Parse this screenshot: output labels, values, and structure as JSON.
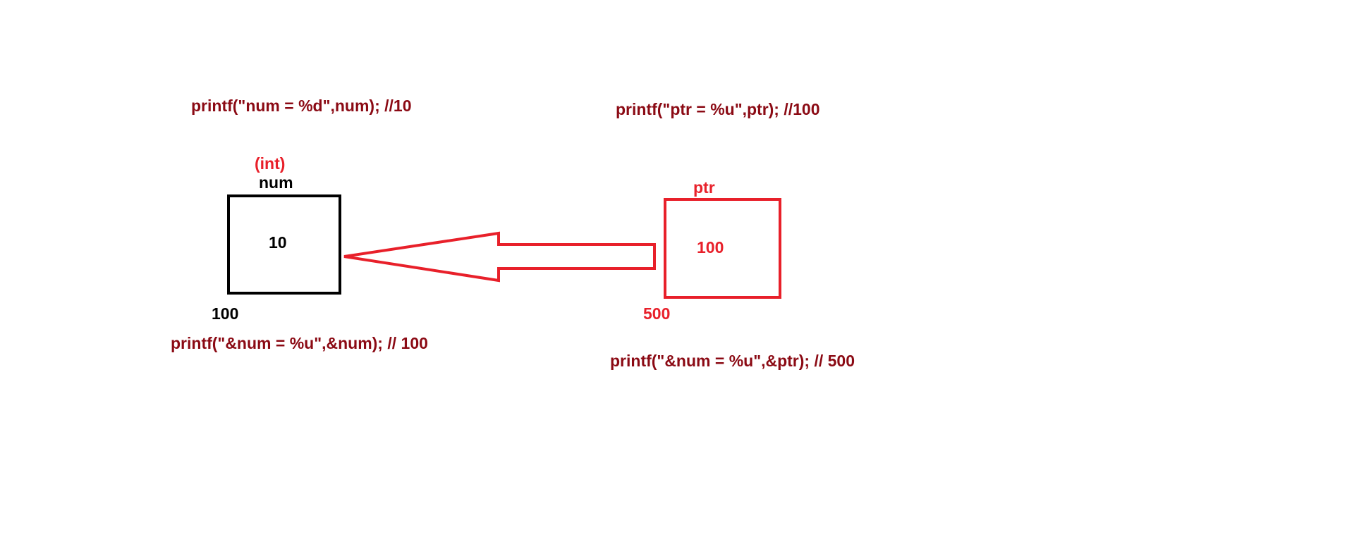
{
  "colors": {
    "code": "#8b0a14",
    "pointer": "#e8202a",
    "variable": "#000000",
    "background": "#ffffff"
  },
  "code_lines": {
    "print_num": "printf(\"num = %d\",num); //10",
    "print_ptr": "printf(\"ptr = %u\",ptr); //100",
    "print_addr_num": "printf(\"&num = %u\",&num); // 100",
    "print_addr_ptr": "printf(\"&num = %u\",&ptr); // 500"
  },
  "num_variable": {
    "type_label": "(int)",
    "name": "num",
    "value": "10",
    "address": "100"
  },
  "ptr_variable": {
    "name": "ptr",
    "value": "100",
    "address": "500"
  },
  "arrow": {
    "from": "ptr",
    "to": "num",
    "direction": "left"
  }
}
